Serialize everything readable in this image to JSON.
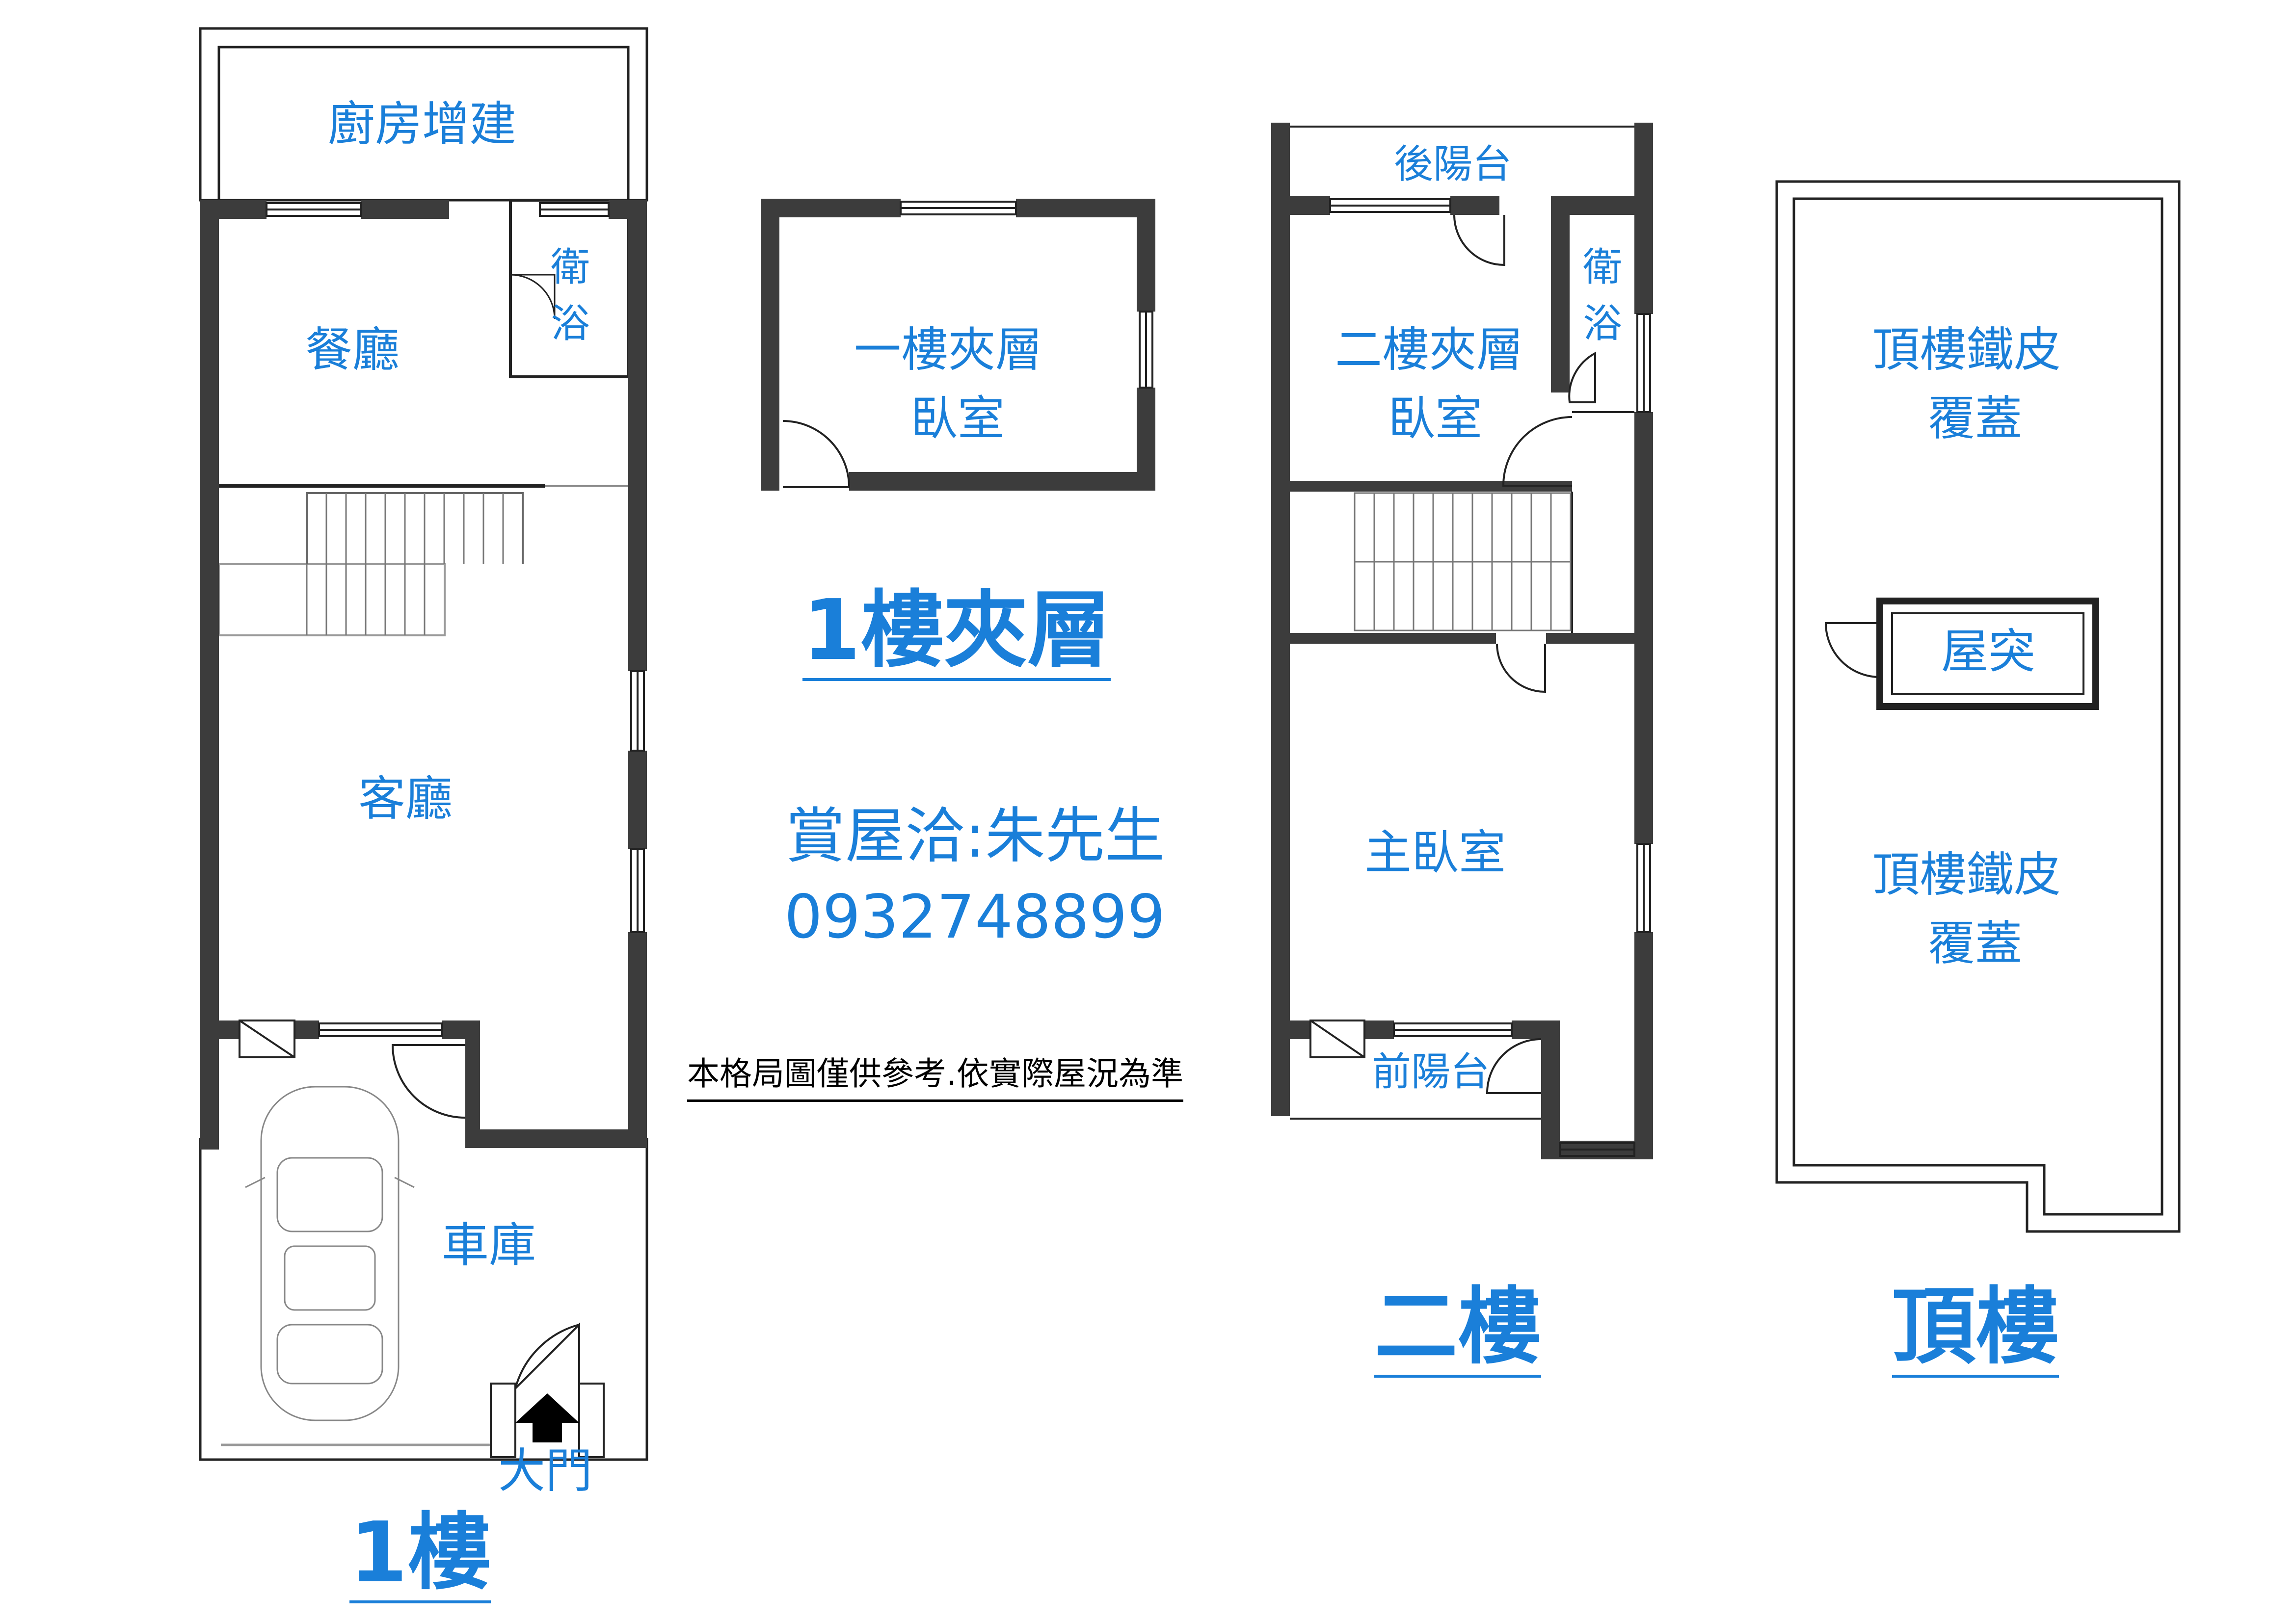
{
  "floor1": {
    "title": "1樓",
    "rooms": {
      "kitchen_ext": "廚房增建",
      "dining": "餐廳",
      "bath_line1": "衛",
      "bath_line2": "浴",
      "living": "客廳",
      "garage": "車庫",
      "main_door": "大門"
    }
  },
  "mezz1": {
    "title": "1樓夾層",
    "room_line1": "一樓夾層",
    "room_line2": "臥室"
  },
  "floor2": {
    "title": "二樓",
    "rooms": {
      "back_balcony": "後陽台",
      "mezz_line1": "二樓夾層",
      "mezz_line2": "臥室",
      "bath_line1": "衛",
      "bath_line2": "浴",
      "master": "主臥室",
      "front_balcony": "前陽台"
    }
  },
  "roof": {
    "title": "頂樓",
    "cover_line1": "頂樓鐵皮",
    "cover_line2": "覆蓋",
    "stair_house": "屋突"
  },
  "contact": {
    "line1": "賞屋洽:朱先生",
    "phone": "0932748899"
  },
  "disclaimer": "本格局圖僅供參考.依實際屋況為準",
  "colors": {
    "label_blue": "#1a7fd9",
    "wall": "#3c3c3c",
    "line": "#222222"
  }
}
